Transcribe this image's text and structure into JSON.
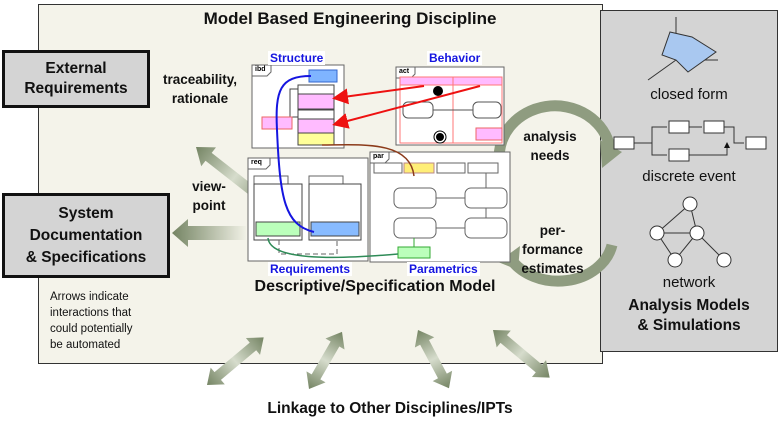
{
  "main": {
    "title": "Model Based Engineering Discipline",
    "descriptive_model_label": "Descriptive/Specification Model",
    "footer_label": "Linkage to Other Disciplines/IPTs"
  },
  "external_requirements": {
    "line1": "External",
    "line2": "Requirements"
  },
  "system_docs": {
    "line1": "System",
    "line2": "Documentation",
    "line3": "& Specifications"
  },
  "arrow_labels": {
    "traceability": "traceability,",
    "rationale": "rationale",
    "view": "view-",
    "point": "point",
    "analysis": "analysis",
    "needs": "needs",
    "per": "per-",
    "formance": "formance",
    "estimates": "estimates"
  },
  "note": {
    "line1": "Arrows indicate",
    "line2": "interactions that",
    "line3": "could potentially",
    "line4": "be  automated"
  },
  "sysml_diagrams": {
    "structure": {
      "label": "Structure",
      "frame_tag": "ibd"
    },
    "behavior": {
      "label": "Behavior",
      "frame_tag": "act"
    },
    "requirements": {
      "label": "Requirements",
      "frame_tag": "req"
    },
    "parametrics": {
      "label": "Parametrics",
      "frame_tag": "par"
    }
  },
  "analysis_panel": {
    "title_line1": "Analysis Models",
    "title_line2": "& Simulations",
    "items": [
      {
        "label": "closed form",
        "icon": "polyhedron-icon"
      },
      {
        "label": "discrete event",
        "icon": "flow-network-icon"
      },
      {
        "label": "network",
        "icon": "graph-nodes-icon"
      }
    ]
  },
  "colors": {
    "panel_bg": "#f4f3ea",
    "analysis_bg": "#d4d4d4",
    "arrow_green": "#7d8c6c",
    "label_blue": "#1515e0",
    "trace_red": "#ee1111",
    "pink": "#ffb3ff",
    "yellow": "#ffff99",
    "light_blue": "#88bbff",
    "light_green": "#bbffbb"
  }
}
